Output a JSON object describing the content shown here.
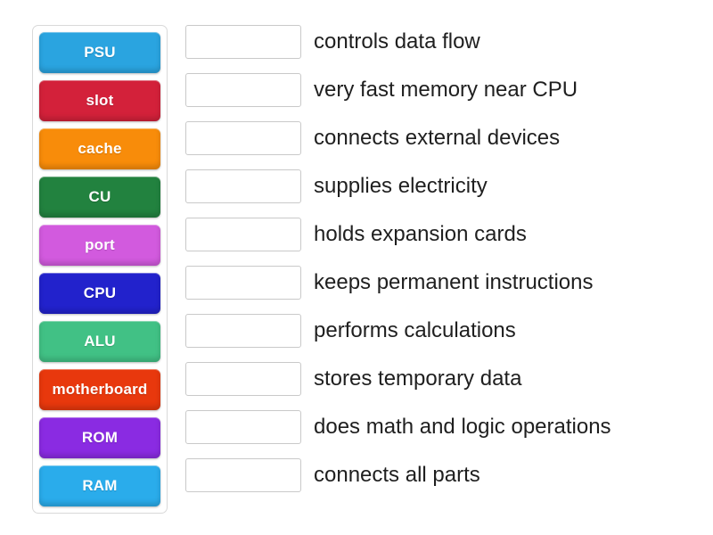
{
  "activity": {
    "type": "match-up",
    "tile_bank": {
      "tiles": [
        {
          "label": "PSU",
          "color": "#2aa4e0"
        },
        {
          "label": "slot",
          "color": "#d3213a"
        },
        {
          "label": "cache",
          "color": "#f88c0a"
        },
        {
          "label": "CU",
          "color": "#22823f"
        },
        {
          "label": "port",
          "color": "#d25ade"
        },
        {
          "label": "CPU",
          "color": "#2222cc"
        },
        {
          "label": "ALU",
          "color": "#41c185"
        },
        {
          "label": "motherboard",
          "color": "#e8380d"
        },
        {
          "label": "ROM",
          "color": "#8a2be2"
        },
        {
          "label": "RAM",
          "color": "#2aaceb"
        }
      ]
    },
    "answers": {
      "drop_zone_value": "",
      "rows": [
        {
          "text": "controls data flow"
        },
        {
          "text": "very fast memory near CPU"
        },
        {
          "text": "connects external devices"
        },
        {
          "text": "supplies electricity"
        },
        {
          "text": "holds expansion cards"
        },
        {
          "text": "keeps permanent instructions"
        },
        {
          "text": "performs calculations"
        },
        {
          "text": "stores temporary data"
        },
        {
          "text": "does math and logic operations"
        },
        {
          "text": "connects all parts"
        }
      ]
    }
  }
}
